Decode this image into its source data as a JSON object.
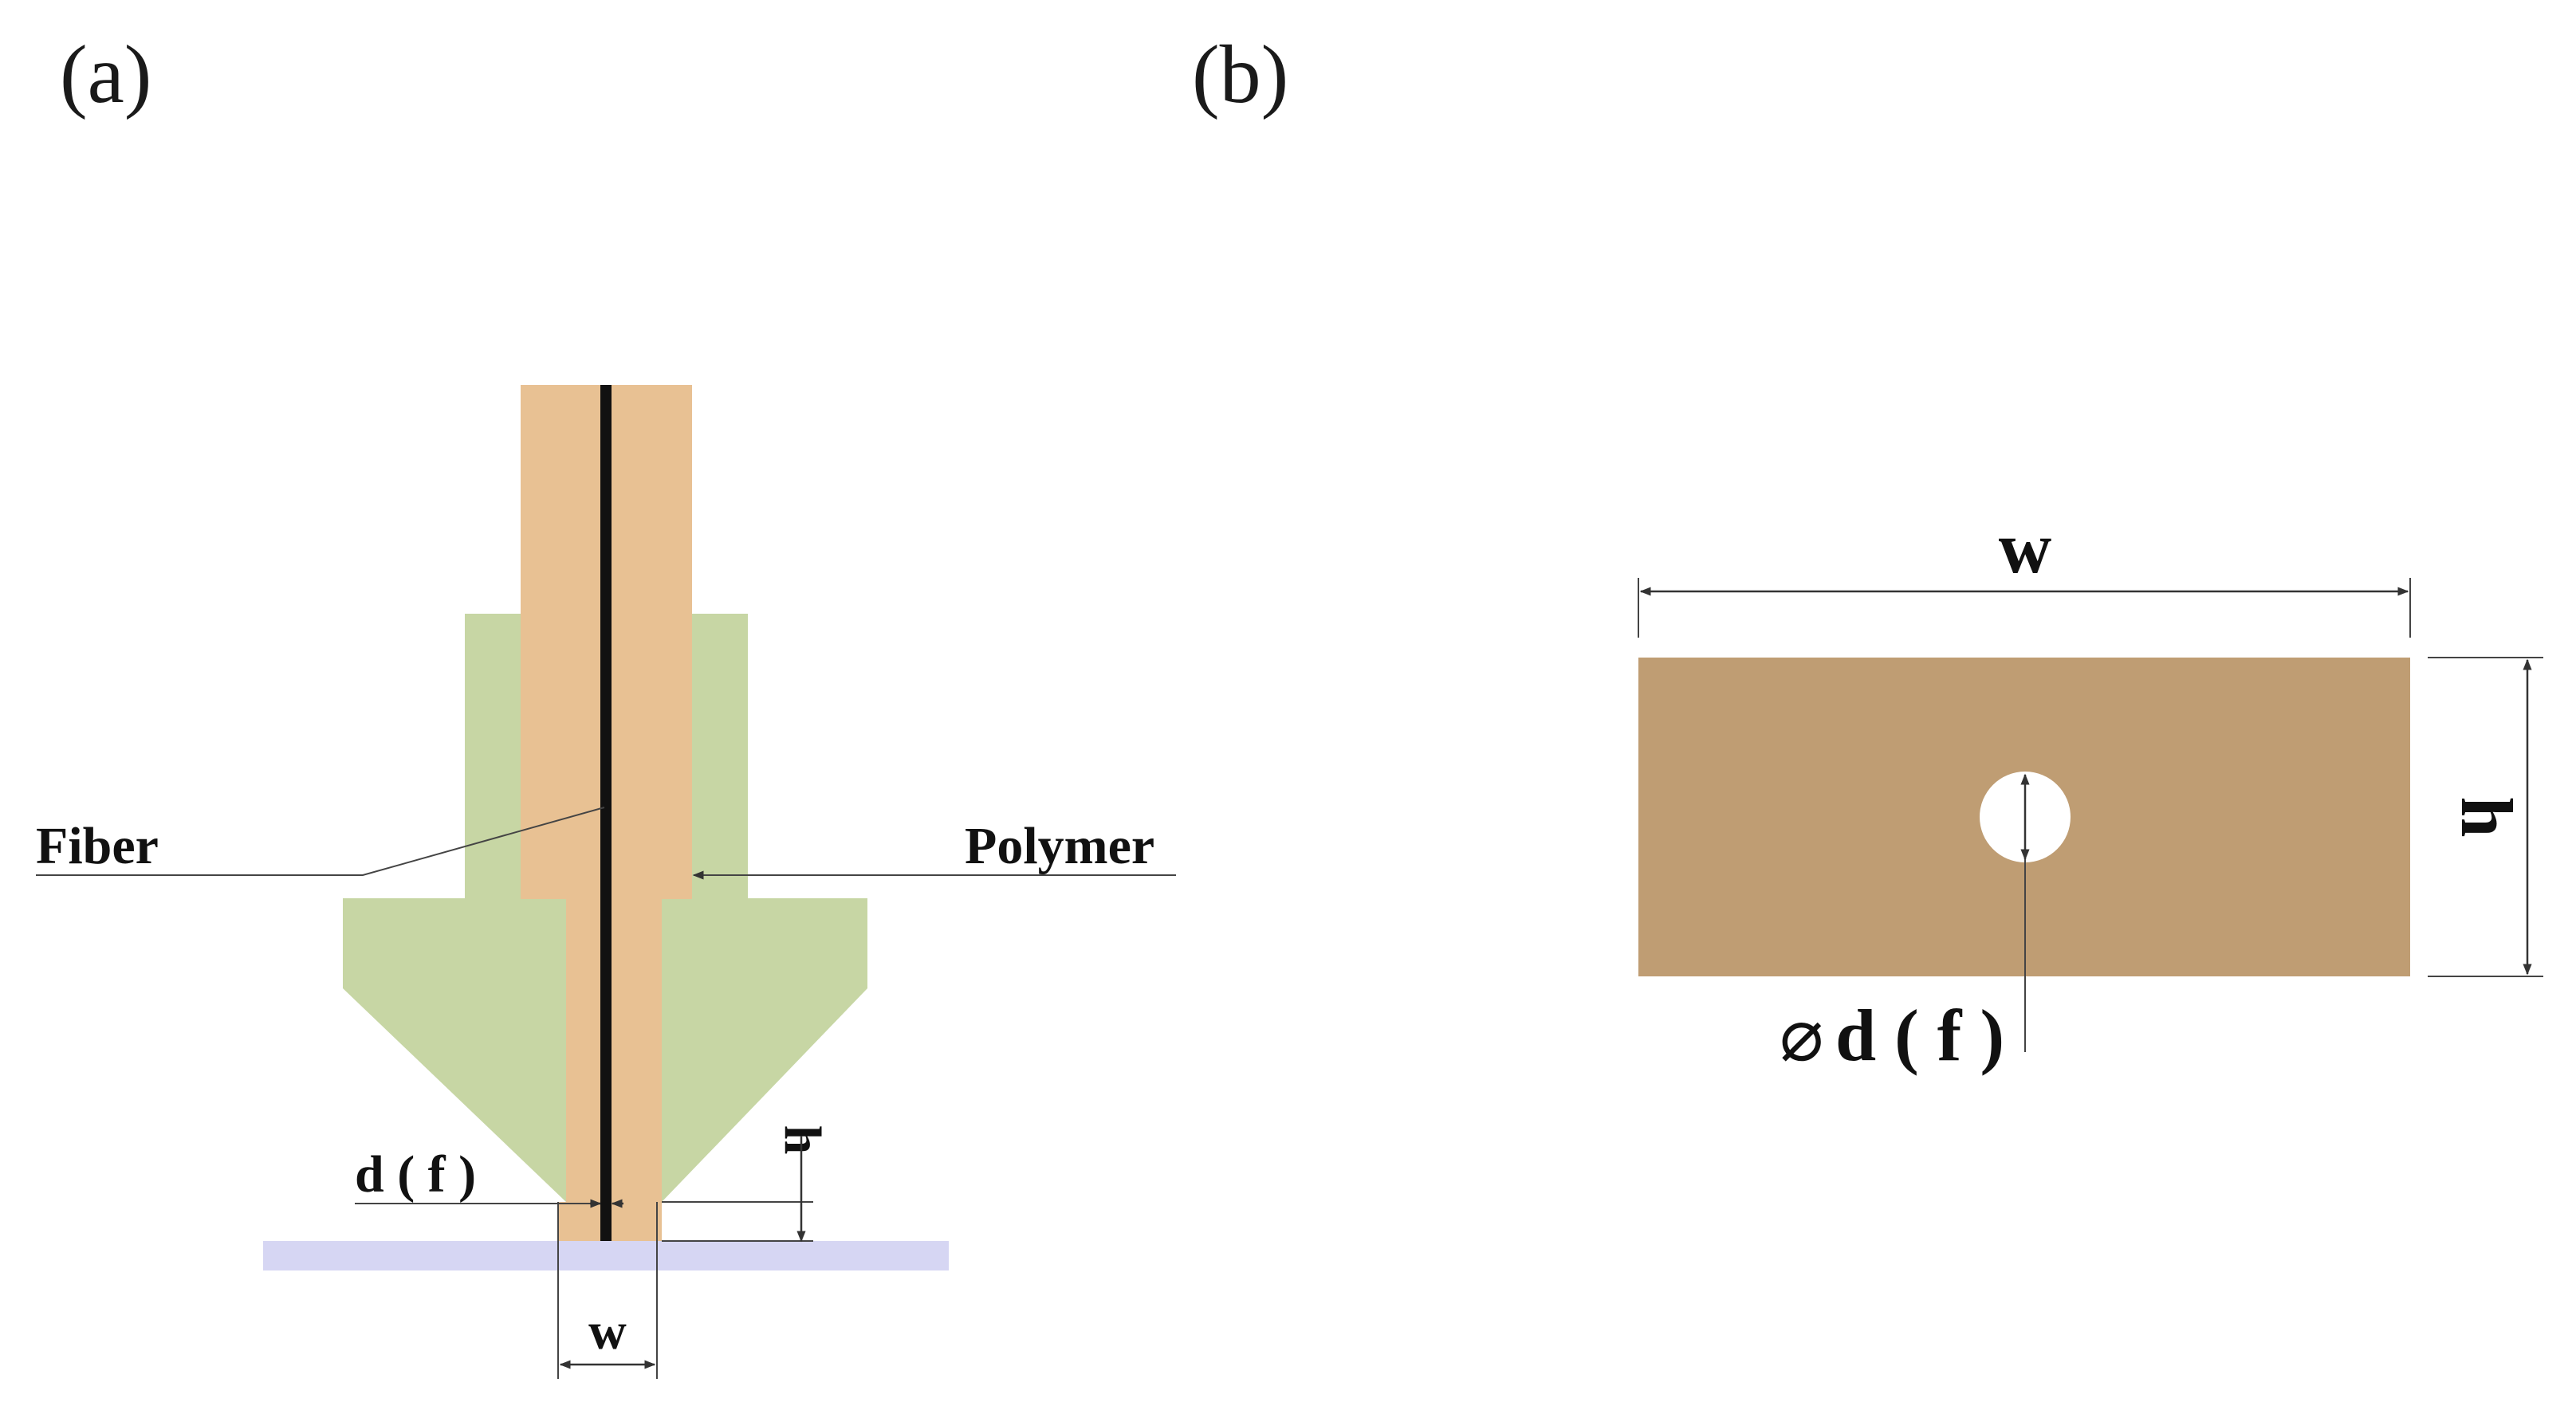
{
  "panels": {
    "a": {
      "label": "(a)",
      "labels": {
        "fiber": "Fiber",
        "polymer": "Polymer",
        "diameter": "d ( f )",
        "height": "h",
        "width": "w"
      }
    },
    "b": {
      "label": "(b)",
      "labels": {
        "width": "w",
        "height": "h",
        "diameter": "d ( f )",
        "diameter_symbol": "⌀"
      }
    }
  },
  "colors": {
    "polymer": "#e8c193",
    "nozzle": "#c7d6a4",
    "fiber": "#111111",
    "substrate": "#d6d6f3",
    "cross_section": "#bf9d73",
    "background": "#ffffff"
  }
}
